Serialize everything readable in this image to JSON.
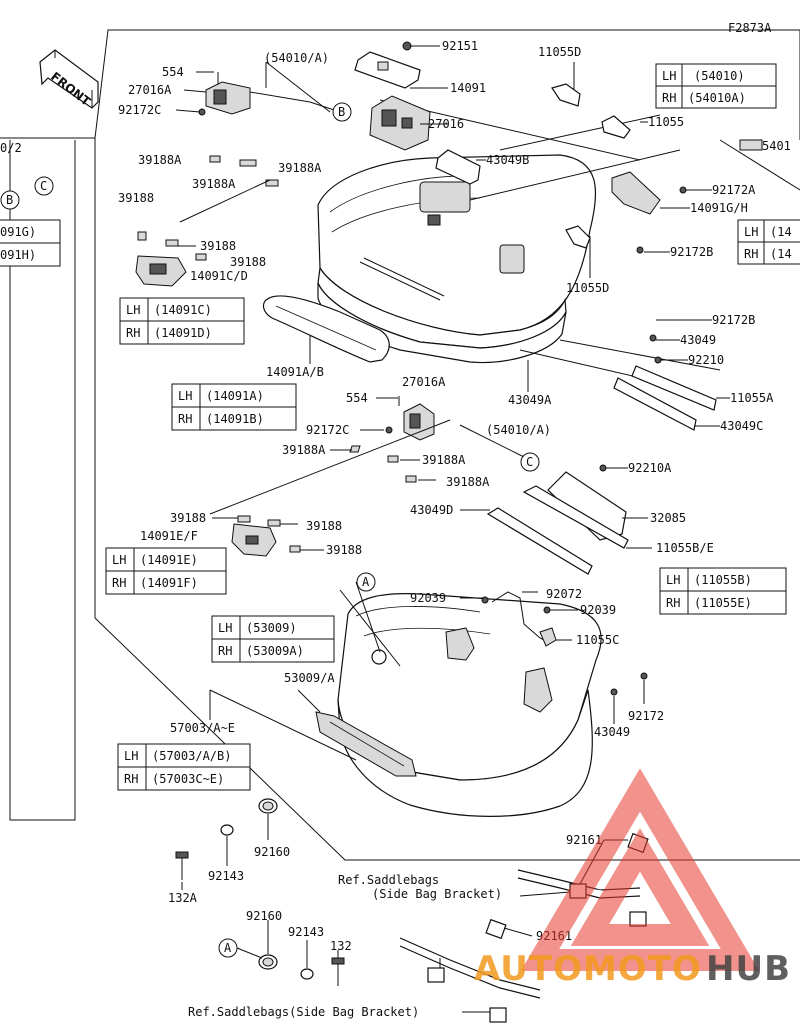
{
  "figure_id": "F2873A",
  "front_label": "FRONT",
  "callouts": {
    "a": "A",
    "b": "B",
    "c": "C"
  },
  "parts": {
    "p92151": "92151",
    "p11055D_top": "11055D",
    "p554_top": "554",
    "p54010A_top": "(54010/A)",
    "p27016A_top": "27016A",
    "p92172C_top": "92172C",
    "p14091": "14091",
    "p27016": "27016",
    "p11055": "11055",
    "p43049B": "43049B",
    "p39188A_1": "39188A",
    "p39188A_2": "39188A",
    "p39188A_3": "39188A",
    "p39188_1": "39188",
    "p39188_2": "39188",
    "p39188_3": "39188",
    "p14091CD": "14091C/D",
    "p92172A": "92172A",
    "p14091GH": "14091G/H",
    "p92172B_1": "92172B",
    "p11055D_mid": "11055D",
    "p14091AB": "14091A/B",
    "p92172B_2": "92172B",
    "p43049_1": "43049",
    "p92210": "92210",
    "p11055A": "11055A",
    "p43049A": "43049A",
    "p43049C": "43049C",
    "p27016A_mid": "27016A",
    "p554_mid": "554",
    "p92172C_mid": "92172C",
    "p54010A_mid": "(54010/A)",
    "p39188A_4": "39188A",
    "p39188A_5": "39188A",
    "p39188A_6": "39188A",
    "p92210A": "92210A",
    "p43049D": "43049D",
    "p32085": "32085",
    "p39188_4": "39188",
    "p39188_5": "39188",
    "p14091EF": "14091E/F",
    "p39188_6": "39188",
    "p11055BE": "11055B/E",
    "p92039_1": "92039",
    "p92072": "92072",
    "p92039_2": "92039",
    "p11055C": "11055C",
    "p53009A": "53009/A",
    "p92172": "92172",
    "p43049_2": "43049",
    "p57003": "57003/A~E",
    "p92160_1": "92160",
    "p92143_1": "92143",
    "p132A": "132A",
    "p92161_1": "92161",
    "p92160_2": "92160",
    "p92143_2": "92143",
    "p132": "132",
    "p92161_2": "92161"
  },
  "notes": {
    "ref_side_bracket_1": "Ref.Saddlebags",
    "ref_side_bracket_2": "(Side Bag Bracket)",
    "ref_bottom": "Ref.Saddlebags(Side Bag Bracket)"
  },
  "tables": {
    "t54010": [
      {
        "side": "LH",
        "code": "(54010)"
      },
      {
        "side": "RH",
        "code": "(54010A)"
      }
    ],
    "t14091CD": [
      {
        "side": "LH",
        "code": "(14091C)"
      },
      {
        "side": "RH",
        "code": "(14091D)"
      }
    ],
    "t14091AB": [
      {
        "side": "LH",
        "code": "(14091A)"
      },
      {
        "side": "RH",
        "code": "(14091B)"
      }
    ],
    "t14091EF": [
      {
        "side": "LH",
        "code": "(14091E)"
      },
      {
        "side": "RH",
        "code": "(14091F)"
      }
    ],
    "t53009": [
      {
        "side": "LH",
        "code": "(53009)"
      },
      {
        "side": "RH",
        "code": "(53009A)"
      }
    ],
    "t57003": [
      {
        "side": "LH",
        "code": "(57003/A/B)"
      },
      {
        "side": "RH",
        "code": "(57003C~E)"
      }
    ],
    "t11055B": [
      {
        "side": "LH",
        "code": "(11055B)"
      },
      {
        "side": "RH",
        "code": "(11055E)"
      }
    ],
    "t14091GH_partial": [
      {
        "side": "LH",
        "code": "(14"
      },
      {
        "side": "RH",
        "code": "(14"
      }
    ],
    "t_left_partial": [
      {
        "code": "091G)"
      },
      {
        "code": "091H)"
      }
    ]
  },
  "edge_fragments": {
    "left_cut": "0/2",
    "right_cut": "5401"
  },
  "watermark": {
    "part1": "AUTOMOTO",
    "part2": "HUB",
    "colors": {
      "triangle": "#e53a2e",
      "text1": "#f39a1f",
      "text2": "#444444"
    }
  }
}
